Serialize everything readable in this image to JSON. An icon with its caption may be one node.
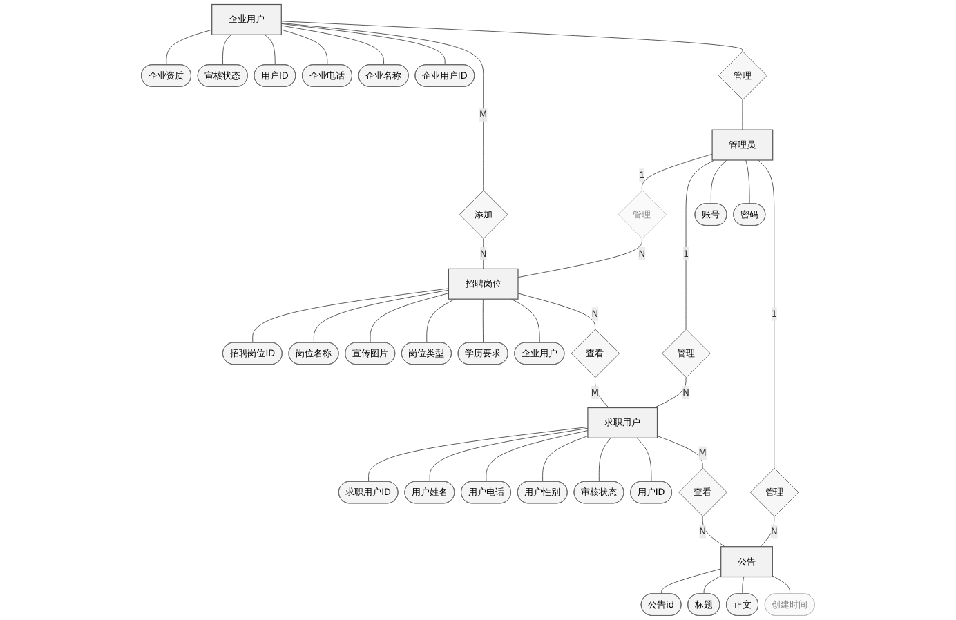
{
  "diagram": {
    "nodes": [
      {
        "text": [
          "企业资质"
        ]
      },
      {
        "text": [
          "审核状态"
        ]
      },
      {
        "text": [
          "用户ID"
        ]
      },
      {
        "text": [
          "企业电话"
        ]
      },
      {
        "text": [
          "企业名称"
        ]
      },
      {
        "text": [
          "企业用户ID"
        ]
      },
      {
        "text": [
          "企业用户"
        ]
      },
      {
        "text": [
          "添加"
        ]
      },
      {
        "text": [
          "招聘岗位ID"
        ]
      },
      {
        "text": [
          "岗位名称"
        ]
      },
      {
        "text": [
          "宣传图片"
        ]
      },
      {
        "text": [
          "招聘岗位"
        ]
      },
      {
        "text": [
          "岗位类型"
        ]
      },
      {
        "text": [
          "学历要求"
        ]
      },
      {
        "text": [
          "企业用户"
        ]
      },
      {
        "text": [
          "管理"
        ]
      },
      {
        "text": [
          "管理"
        ]
      },
      {
        "text": [
          "查看"
        ]
      },
      {
        "text": [
          "求职用户ID"
        ]
      },
      {
        "text": [
          "管理员"
        ]
      },
      {
        "text": [
          "管理"
        ]
      },
      {
        "text": [
          "求职用户"
        ]
      },
      {
        "text": [
          "用户姓名"
        ]
      },
      {
        "text": [
          "用户电话"
        ]
      },
      {
        "text": [
          "账号"
        ]
      },
      {
        "text": [
          "密码"
        ]
      },
      {
        "text": [
          "管理"
        ]
      },
      {
        "text": [
          "查看"
        ]
      },
      {
        "text": [
          "用户性别"
        ]
      },
      {
        "text": [
          "审核状态"
        ]
      },
      {
        "text": [
          "用户ID"
        ]
      },
      {
        "text": [
          "公告"
        ]
      },
      {
        "text": [
          "公告id"
        ]
      },
      {
        "text": [
          "标题"
        ]
      },
      {
        "text": [
          "正文"
        ]
      },
      {
        "text": [
          "创建时间"
        ]
      }
    ],
    "edges": [
      {
        "from": 6,
        "to": 0,
        "arrow": "none"
      },
      {
        "from": 6,
        "to": 1,
        "arrow": "none"
      },
      {
        "from": 6,
        "to": 2,
        "arrow": "none"
      },
      {
        "from": 6,
        "to": 3,
        "arrow": "none"
      },
      {
        "from": 6,
        "to": 4,
        "arrow": "none"
      },
      {
        "from": 6,
        "to": 5,
        "arrow": "none"
      },
      {
        "from": 6,
        "to": 7,
        "label": "M",
        "arrow": "none"
      },
      {
        "from": 7,
        "to": 11,
        "label": "N",
        "arrow": "none"
      },
      {
        "from": 11,
        "to": 8,
        "arrow": "none"
      },
      {
        "from": 11,
        "to": 9,
        "arrow": "none"
      },
      {
        "from": 11,
        "to": 10,
        "arrow": "none"
      },
      {
        "from": 11,
        "to": 12,
        "arrow": "none"
      },
      {
        "from": 11,
        "to": 13,
        "arrow": "none"
      },
      {
        "from": 11,
        "to": 14,
        "arrow": "none"
      },
      {
        "from": 6,
        "to": 15,
        "arrow": "none"
      },
      {
        "from": 15,
        "to": 19,
        "arrow": "none"
      },
      {
        "from": 19,
        "to": 16,
        "label": "1",
        "arrow": "none"
      },
      {
        "from": 16,
        "to": 11,
        "label": "N",
        "arrow": "none"
      },
      {
        "from": 11,
        "to": 17,
        "label": "N",
        "arrow": "none"
      },
      {
        "from": 17,
        "to": 21,
        "label": "M",
        "arrow": "none"
      },
      {
        "from": 19,
        "to": 20,
        "label": "1",
        "arrow": "none"
      },
      {
        "from": 20,
        "to": 21,
        "label": "N",
        "arrow": "none"
      },
      {
        "from": 21,
        "to": 18,
        "arrow": "none"
      },
      {
        "from": 21,
        "to": 22,
        "arrow": "none"
      },
      {
        "from": 21,
        "to": 23,
        "arrow": "none"
      },
      {
        "from": 21,
        "to": 28,
        "arrow": "none"
      },
      {
        "from": 21,
        "to": 29,
        "arrow": "none"
      },
      {
        "from": 21,
        "to": 30,
        "arrow": "none"
      },
      {
        "from": 19,
        "to": 24,
        "arrow": "none"
      },
      {
        "from": 19,
        "to": 25,
        "arrow": "none"
      },
      {
        "from": 19,
        "to": 26,
        "label": "1",
        "arrow": "none"
      },
      {
        "from": 26,
        "to": 31,
        "label": "N",
        "arrow": "none"
      },
      {
        "from": 21,
        "to": 27,
        "label": "M",
        "arrow": "none"
      },
      {
        "from": 27,
        "to": 31,
        "label": "N",
        "arrow": "none"
      },
      {
        "from": 31,
        "to": 32,
        "arrow": "none"
      },
      {
        "from": 31,
        "to": 33,
        "arrow": "none"
      },
      {
        "from": 31,
        "to": 34,
        "arrow": "none"
      },
      {
        "from": 31,
        "to": 35,
        "arrow": "none"
      }
    ]
  }
}
